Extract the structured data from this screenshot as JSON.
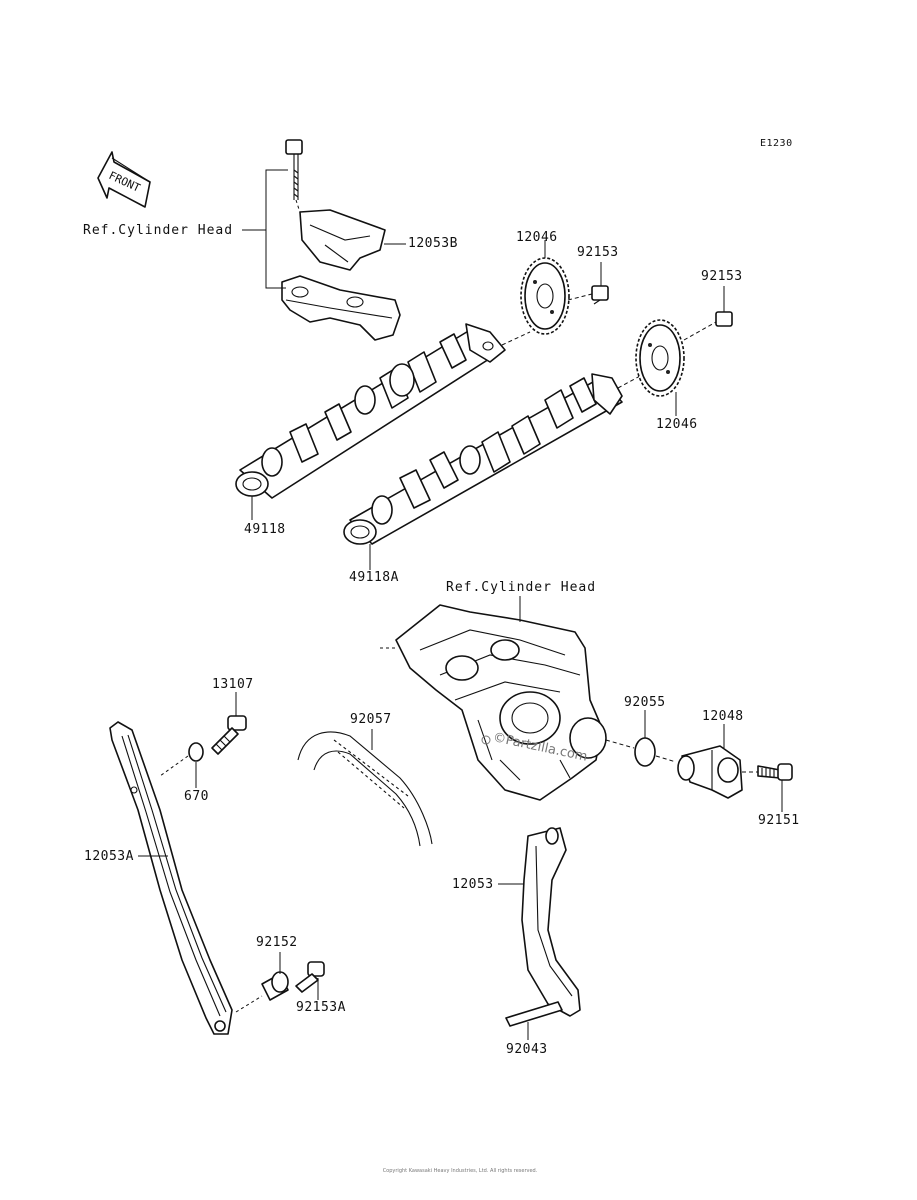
{
  "diagram_code": "E1230",
  "front_label": "FRONT",
  "ref_labels": {
    "cylinder_head_top": "Ref.Cylinder Head",
    "cylinder_head_bottom": "Ref.Cylinder Head"
  },
  "parts": {
    "p12053B": "12053B",
    "p12046_top": "12046",
    "p92153_left": "92153",
    "p92153_right": "92153",
    "p12046_right": "12046",
    "p49118": "49118",
    "p49118A": "49118A",
    "p13107": "13107",
    "p670": "670",
    "p92057": "92057",
    "p92055": "92055",
    "p12048": "12048",
    "p92151": "92151",
    "p12053A": "12053A",
    "p12053": "12053",
    "p92152": "92152",
    "p92153A": "92153A",
    "p92043": "92043"
  },
  "watermark": "©Partzilla.com",
  "footer_text": "Copyright Kawasaki Heavy Industries, Ltd. All rights reserved."
}
